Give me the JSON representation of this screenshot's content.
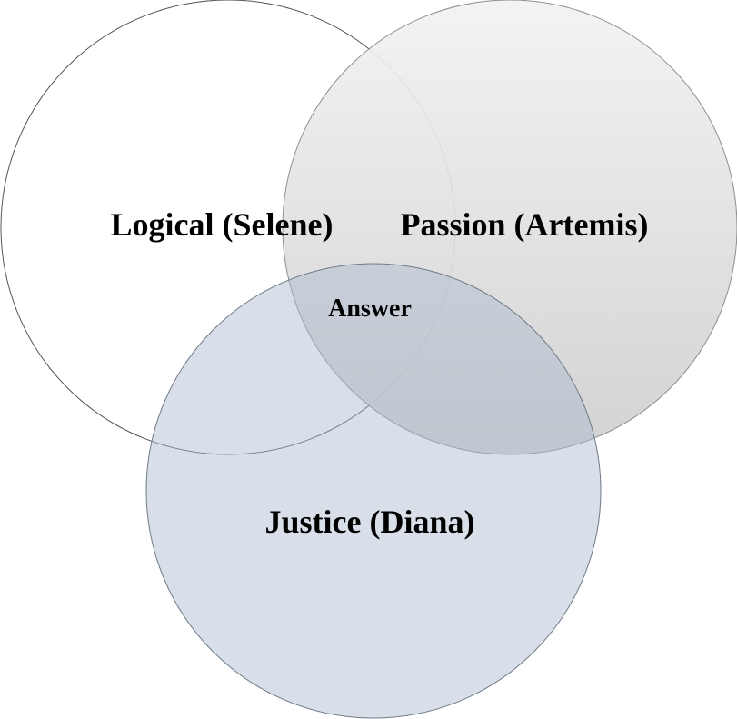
{
  "diagram": {
    "type": "venn-3",
    "sets": [
      {
        "id": "logical",
        "label": "Logical (Selene)",
        "fill": "#ffffff",
        "stroke": "#555555"
      },
      {
        "id": "passion",
        "label": "Passion (Artemis)",
        "fill_top": "#f2f2f2",
        "fill_bottom": "#cfcfcf",
        "stroke": "#8f8f8f"
      },
      {
        "id": "justice",
        "label": "Justice (Diana)",
        "fill": "#a9b8cb",
        "stroke": "#6f7b88"
      }
    ],
    "center_label": "Answer"
  }
}
